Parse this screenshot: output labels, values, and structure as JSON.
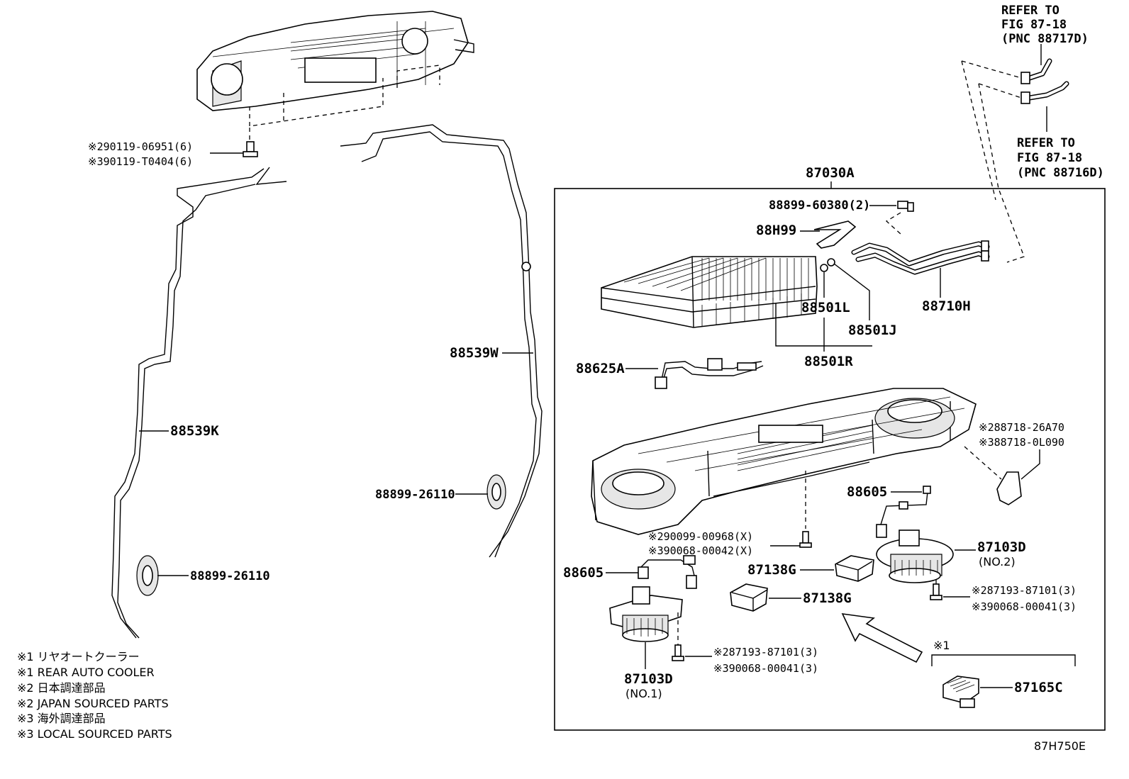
{
  "refer_top": [
    "REFER TO",
    "FIG 87-18",
    "(PNC 88717D)"
  ],
  "refer_mid": [
    "REFER TO",
    "FIG 87-18",
    "(PNC 88716D)"
  ],
  "assembly_label": "87030A",
  "parts": {
    "bolt_top_a": "※290119-06951(6)",
    "bolt_top_b": "※390119-T0404(6)",
    "p_88899_60380": "88899-60380(2)",
    "p_88h99": "88H99",
    "p_88501l": "88501L",
    "p_88501j": "88501J",
    "p_88501r": "88501R",
    "p_88710h": "88710H",
    "p_88625a": "88625A",
    "p_88539w": "88539W",
    "p_88539k": "88539K",
    "p_grommet_a": "88899-26110",
    "p_grommet_b": "88899-26110",
    "clip_a": "※288718-26A70",
    "clip_b": "※388718-0L090",
    "p_88605_a": "88605",
    "p_88605_b": "88605",
    "screw_a": "※290099-00968(X)",
    "screw_b": "※390068-00042(X)",
    "p_87103d_2": "87103D",
    "p_87103d_2_sub": "(NO.2)",
    "p_87138g_a": "87138G",
    "p_87138g_b": "87138G",
    "motor_screw_r_a": "※287193-87101(3)",
    "motor_screw_r_b": "※390068-00041(3)",
    "motor_screw_l_a": "※287193-87101(3)",
    "motor_screw_l_b": "※390068-00041(3)",
    "p_87103d_1": "87103D",
    "p_87103d_1_sub": "(NO.1)",
    "resistor_note": "※1",
    "p_87165c": "87165C"
  },
  "legend": [
    "※1 リヤオートクーラー",
    "※1 REAR AUTO COOLER",
    "※2 日本調達部品",
    "※2 JAPAN SOURCED PARTS",
    "※3 海外調達部品",
    "※3 LOCAL SOURCED PARTS"
  ],
  "figure_code": "87H750E"
}
